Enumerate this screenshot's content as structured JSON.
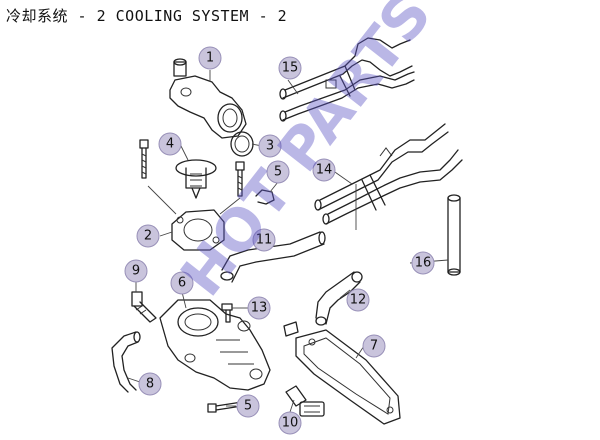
{
  "title": "冷却系统 - 2 COOLING SYSTEM - 2",
  "watermark": "HOT PARTS",
  "callouts": [
    "1",
    "2",
    "3",
    "4",
    "5",
    "5",
    "6",
    "7",
    "8",
    "9",
    "10",
    "11",
    "12",
    "13",
    "14",
    "15",
    "16"
  ],
  "colors": {
    "badge_fill": "#c9c4dc",
    "badge_stroke": "#9890b8",
    "watermark": "#5d55c6",
    "line": "#222222"
  }
}
